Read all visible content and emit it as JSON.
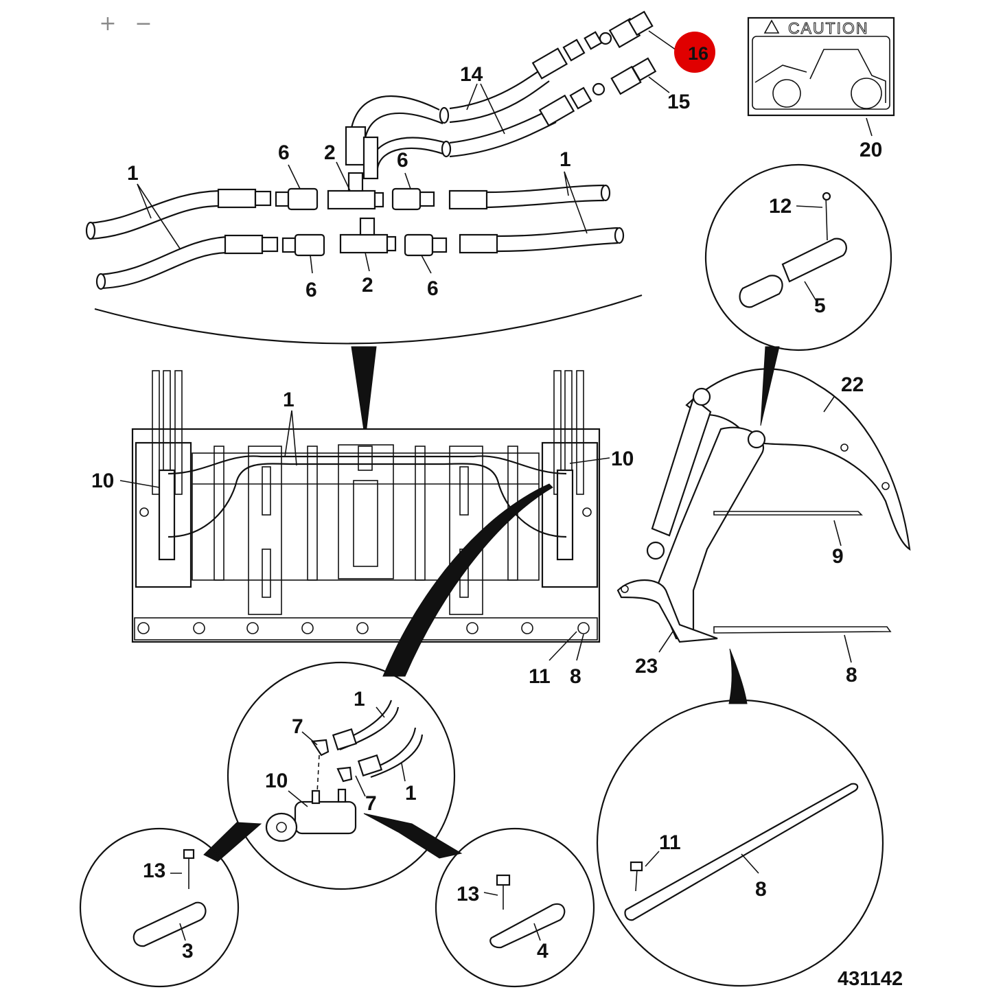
{
  "viewer": {
    "zoom_in": "+",
    "zoom_out": "−"
  },
  "caution_decal": {
    "text": "CAUTION",
    "icon": "warning-triangle-icon"
  },
  "drawing_number": "431142",
  "highlight": {
    "label": "16",
    "color": "#e00000"
  },
  "labels": {
    "hose_upper_left": "1",
    "hose_upper_right": "1",
    "hose_frame": "1",
    "hose_detail_top": "1",
    "hose_detail_bottom": "1",
    "tee_top": "2",
    "tee_bottom": "2",
    "pin_3": "3",
    "pin_4": "4",
    "pin_5": "5",
    "adapter_tl": "6",
    "adapter_tr": "6",
    "adapter_bl": "6",
    "adapter_br": "6",
    "elbow_top": "7",
    "elbow_bottom": "7",
    "tine_frame": "8",
    "tine_side": "8",
    "tine_detail": "8",
    "tine_upper": "9",
    "cylinder_left": "10",
    "cylinder_right": "10",
    "cylinder_detail": "10",
    "bolt_frame": "11",
    "bolt_detail": "11",
    "bolt_12": "12",
    "bolt_13_left": "13",
    "bolt_13_right": "13",
    "hose_14": "14",
    "coupler_15": "15",
    "grapple_22": "22",
    "frame_23": "23",
    "decal_20": "20"
  }
}
